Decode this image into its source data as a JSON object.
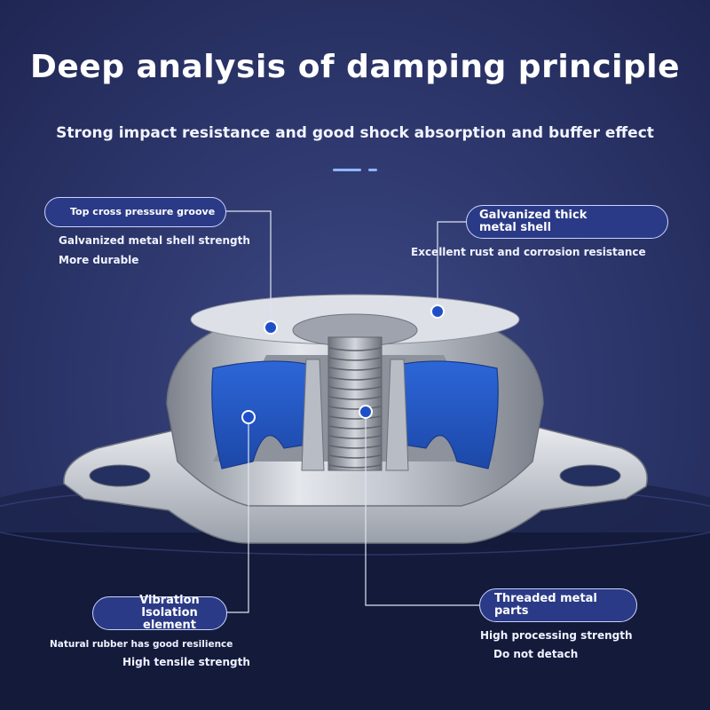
{
  "title": "Deep analysis of damping principle",
  "subtitle": "Strong impact resistance and good shock absorption and buffer effect",
  "callouts": {
    "top_groove": {
      "label": "Top cross pressure groove",
      "lines": [
        "Galvanized metal shell strength",
        "More durable"
      ]
    },
    "shell": {
      "label": "Galvanized thick metal shell",
      "lines": [
        "Excellent rust and corrosion resistance"
      ]
    },
    "vibration": {
      "label": "Vibration Isolation element",
      "lines": [
        "Natural rubber has good resilience",
        "High tensile strength"
      ]
    },
    "threaded": {
      "label": "Threaded metal parts",
      "lines": [
        "High processing strength",
        "Do not detach"
      ]
    }
  },
  "colors": {
    "background": "#2f396f",
    "rubber": "#2f6fe0",
    "metal": "#c8ccd4",
    "marker": "#1f4fc8"
  }
}
